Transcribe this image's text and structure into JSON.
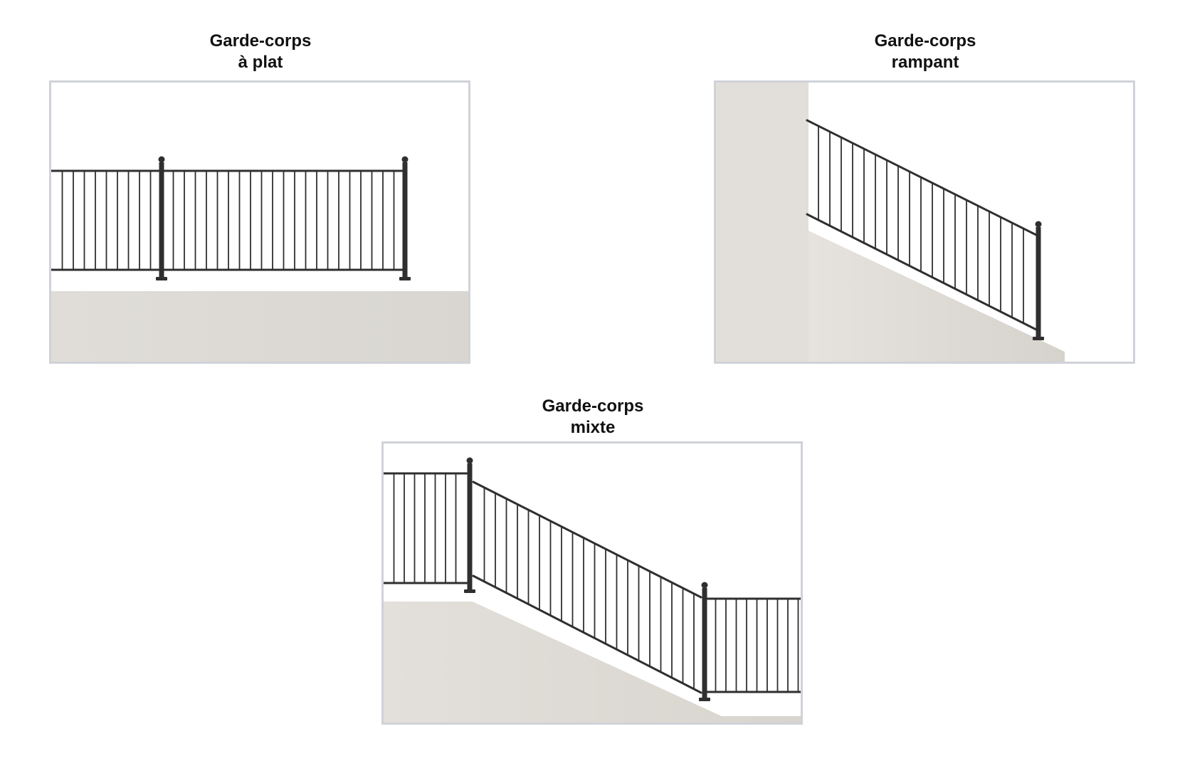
{
  "panels": [
    {
      "title_line1": "Garde-corps",
      "title_line2": "à plat",
      "illustration": "flat-railing"
    },
    {
      "title_line1": "Garde-corps",
      "title_line2": "rampant",
      "illustration": "sloped-railing"
    },
    {
      "title_line1": "Garde-corps",
      "title_line2": "mixte",
      "illustration": "mixed-railing"
    }
  ],
  "colors": {
    "frame_border": "#d0d2d8",
    "ground": "#dcdad5",
    "wall": "#e2dfda",
    "metal": "#2f2f2f",
    "title": "#111111"
  }
}
